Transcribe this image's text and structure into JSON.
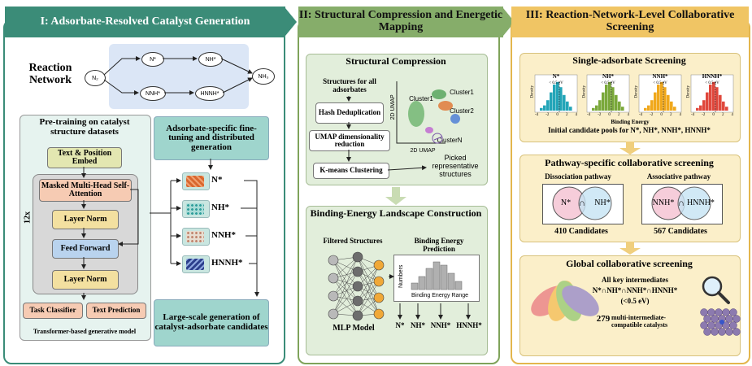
{
  "panel1": {
    "title": "I: Adsorbate-Resolved Catalyst Generation",
    "reaction_network_label": "Reaction Network",
    "species": [
      "N₂",
      "N*",
      "NH*",
      "NH₃",
      "NNH*",
      "HNNH*"
    ],
    "pretrain_title": "Pre-training on catalyst structure datasets",
    "embed": "Text & Position Embed",
    "attention": "Masked Multi-Head Self-Attention",
    "layer_norm_1": "Layer Norm",
    "feed_forward": "Feed Forward",
    "layer_norm_2": "Layer Norm",
    "repeat": "12x",
    "task_classifier": "Task Classifier",
    "text_prediction": "Text Prediction",
    "model_caption": "Transformer-based generative model",
    "finetune_title": "Adsorbate-specific fine-tuning and distributed generation",
    "adsorbates": [
      "N*",
      "NH*",
      "NNH*",
      "HNNH*"
    ],
    "large_scale": "Large-scale generation of catalyst-adsorbate candidates"
  },
  "panel2": {
    "title": "II: Structural Compression and Energetic Mapping",
    "compression_title": "Structural Compression",
    "structures_label": "Structures for all adsorbates",
    "hash": "Hash Deduplication",
    "umap": "UMAP dimensionality reduction",
    "kmeans": "K-means Clustering",
    "clusters": [
      "Cluster1",
      "Cluster1",
      "Cluster2",
      "ClusterN"
    ],
    "umap_y": "2D UMAP",
    "umap_x": "2D UMAP",
    "picked": "Picked representative structures",
    "landscape_title": "Binding-Energy Landscape Construction",
    "filtered": "Filtered Structures",
    "prediction": "Binding Energy Prediction",
    "numbers": "Numbers",
    "range": "Binding Energy Range",
    "mlp": "MLP Model",
    "outputs": [
      "N*",
      "NH*",
      "NNH*",
      "HNNH*"
    ]
  },
  "panel3": {
    "title": "III: Reaction-Network-Level Collaborative Screening",
    "single_title": "Single-adsorbate Screening",
    "hist_labels": [
      "N*",
      "NH*",
      "NNH*",
      "HNNH*"
    ],
    "hist_colors": [
      "#23a5b8",
      "#7aa83a",
      "#f0a81c",
      "#e0483c"
    ],
    "hist_threshold": "< 0.5 eV",
    "density": "Density",
    "binding_energy": "Binding Energy",
    "ticks": [
      "-4",
      "-2",
      "0",
      "2",
      "4"
    ],
    "pools": "Initial candidate pools for N*, NH*, NNH*, HNNH*",
    "pathway_title": "Pathway-specific collaborative screening",
    "dissociation": "Dissociation pathway",
    "associative": "Associative pathway",
    "venn_left": [
      "N*",
      "NH*"
    ],
    "venn_right": [
      "NNH*",
      "HNNH*"
    ],
    "cap": "∩",
    "dissociation_count": "410 Candidates",
    "associative_count": "567 Candidates",
    "global_title": "Global collaborative screening",
    "key_intermediates": "All key intermediates",
    "intersection": "N*∩NH*∩NNH*∩HNNH*",
    "threshold": "(<0.5 eV)",
    "final_count": "279",
    "final_text": "multi-intermediate-compatible catalysts"
  }
}
